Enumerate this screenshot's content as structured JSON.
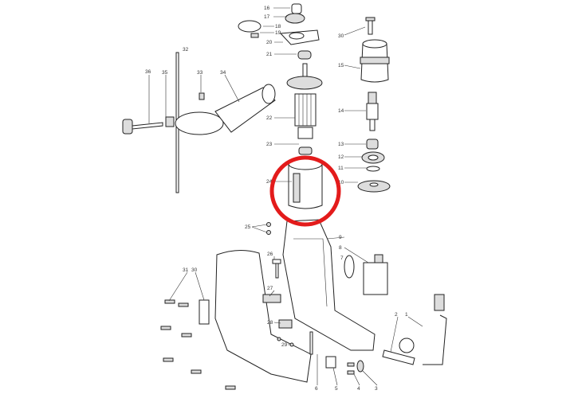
{
  "diagram": {
    "highlight_color": "#e31b1b",
    "highlighted_part": "24",
    "part_labels": {
      "p1": "1",
      "p2": "2",
      "p3": "3",
      "p4": "4",
      "p5": "5",
      "p6": "6",
      "p7": "7",
      "p8": "8",
      "p9": "9",
      "p10": "10",
      "p11": "11",
      "p12": "12",
      "p13": "13",
      "p14": "14",
      "p15": "15",
      "p16": "16",
      "p17": "17",
      "p18": "18",
      "p19": "19",
      "p20": "20",
      "p21": "21",
      "p22": "22",
      "p23": "23",
      "p24": "24",
      "p25": "25",
      "p26": "26",
      "p27": "27",
      "p28": "28",
      "p29": "29",
      "p30": "30",
      "p31": "31",
      "p32": "32",
      "p33": "33",
      "p34": "34",
      "p35": "35",
      "p36": "36",
      "p30b": "30"
    }
  }
}
